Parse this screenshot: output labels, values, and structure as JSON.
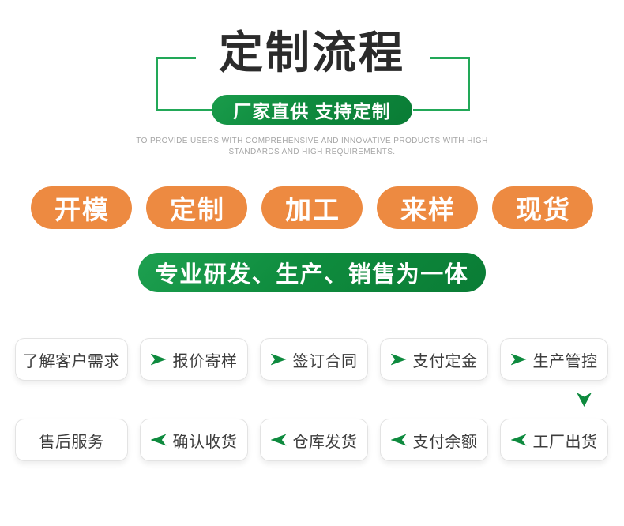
{
  "colors": {
    "bracket_green": "#22A858",
    "brand_green_light": "#1A9C4B",
    "brand_green_dark": "#0A7C35",
    "arrow_green": "#0E8A3E",
    "accent_orange": "#ED8A41",
    "title_black": "#2B2B2B",
    "caption_gray": "#A6A6A6",
    "box_text": "#3D3D3D",
    "box_border": "#E3E3E3",
    "background": "#FFFFFF"
  },
  "header": {
    "title": "定制流程",
    "pill": "厂家直供 支持定制",
    "caption_line1": "TO PROVIDE USERS WITH COMPREHENSIVE AND INNOVATIVE PRODUCTS WITH HIGH",
    "caption_line2": "STANDARDS AND HIGH REQUIREMENTS."
  },
  "feature_pills": [
    "开模",
    "定制",
    "加工",
    "来样",
    "现货"
  ],
  "banner": {
    "text": "专业研发、生产、销售为一体"
  },
  "flow": {
    "row1": [
      {
        "label": "了解客户需求",
        "arrow": "none"
      },
      {
        "label": "报价寄样",
        "arrow": "right"
      },
      {
        "label": "签订合同",
        "arrow": "right"
      },
      {
        "label": "支付定金",
        "arrow": "right"
      },
      {
        "label": "生产管控",
        "arrow": "right"
      }
    ],
    "connector": "down",
    "row2": [
      {
        "label": "售后服务",
        "arrow": "none"
      },
      {
        "label": "确认收货",
        "arrow": "left"
      },
      {
        "label": "仓库发货",
        "arrow": "left"
      },
      {
        "label": "支付余额",
        "arrow": "left"
      },
      {
        "label": "工厂出货",
        "arrow": "left"
      }
    ]
  }
}
